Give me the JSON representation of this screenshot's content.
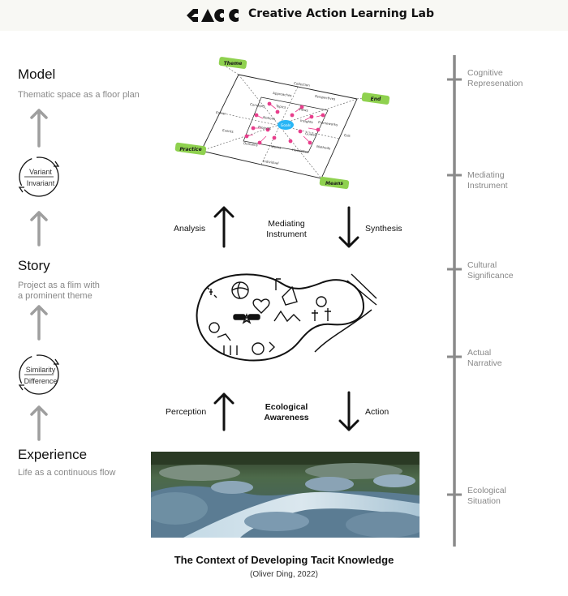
{
  "header": {
    "lab_name": "Creative Action Learning Lab"
  },
  "left_column": {
    "model": {
      "title": "Model",
      "subtitle": "Thematic space as a floor plan"
    },
    "loop_upper": {
      "top": "Variant",
      "bottom": "Invariant"
    },
    "story": {
      "title": "Story",
      "subtitle_line1": "Project as a flim with",
      "subtitle_line2": "a prominent theme"
    },
    "loop_lower": {
      "top": "Similarity",
      "bottom": "Difference"
    },
    "experience": {
      "title": "Experience",
      "subtitle": "Life as a continuous flow"
    }
  },
  "middle": {
    "analysis": "Analysis",
    "mediating_line1": "Mediating",
    "mediating_line2": "Instrument",
    "synthesis": "Synthesis",
    "perception": "Perception",
    "ecological_line1": "Ecological",
    "ecological_line2": "Awareness",
    "action": "Action"
  },
  "floor_plan": {
    "corners": {
      "theme": "Theme",
      "end": "End",
      "practice": "Practice",
      "means": "Means"
    },
    "center": "Goals",
    "labels": [
      "Collection",
      "Approaches",
      "Perspectives",
      "Concepts",
      "Topics",
      "Views",
      "Entrer",
      "Notions",
      "Insights",
      "Frameworks",
      "Events",
      "Projects",
      "Guides",
      "Exit",
      "Domains",
      "Works",
      "Heuristics",
      "Methods",
      "Individual"
    ]
  },
  "scale": {
    "cognitive_line1": "Cognitive",
    "cognitive_line2": "Represenation",
    "mediating_line1": "Mediating",
    "mediating_line2": "Instrument",
    "cultural_line1": "Cultural",
    "cultural_line2": "Significance",
    "narrative_line1": "Actual",
    "narrative_line2": "Narrative",
    "ecological_line1": "Ecological",
    "ecological_line2": "Situation"
  },
  "caption": {
    "title": "The Context of Developing Tacit Knowledge",
    "credit": "(Oliver Ding, 2022)"
  },
  "colors": {
    "corner_tag": "#8fd14f",
    "node": "#e83e8c",
    "center_node": "#29b6f6",
    "scale_bar": "#8a8a8a",
    "arrow_gray": "#9e9e9e",
    "arrow_black": "#111111"
  }
}
